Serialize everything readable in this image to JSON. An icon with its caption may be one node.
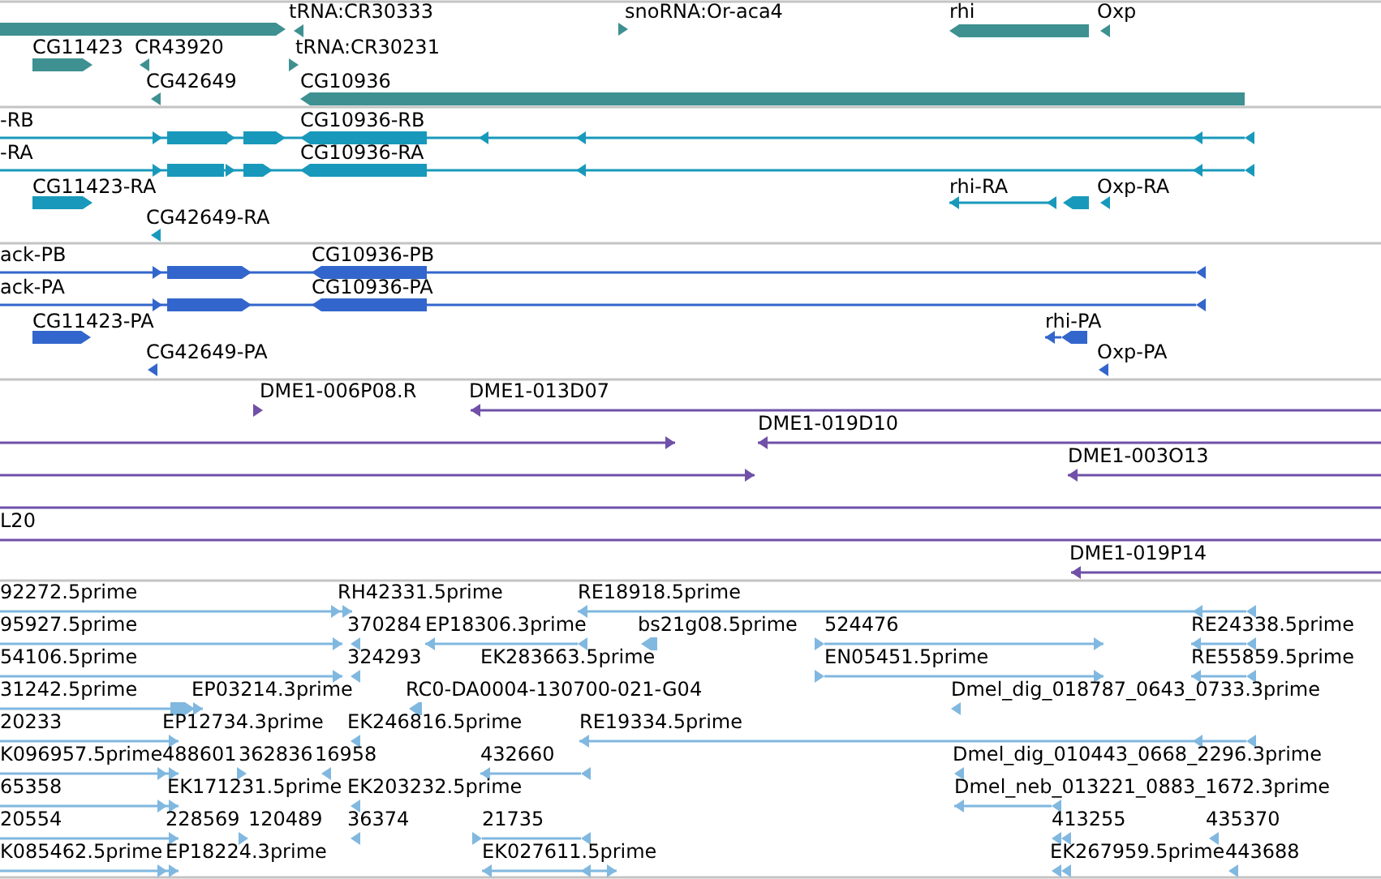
{
  "diagram": {
    "labels": [
      "tRNA:CR30333",
      "snoRNA:Or-aca4",
      "rhi",
      "Oxp",
      "CG11423",
      "CR43920",
      "tRNA:CR30231",
      "CG42649",
      "CG10936",
      "-RB",
      "CG10936-RB",
      "-RA",
      "CG10936-RA",
      "CG11423-RA",
      "rhi-RA",
      "Oxp-RA",
      "CG42649-RA",
      "ack-PB",
      "CG10936-PB",
      "ack-PA",
      "CG10936-PA",
      "CG11423-PA",
      "rhi-PA",
      "CG42649-PA",
      "Oxp-PA",
      "DME1-006P08.R",
      "DME1-013D07",
      "DME1-019D10",
      "DME1-003O13",
      "L20",
      "DME1-019P14",
      "92272.5prime",
      "RH42331.5prime",
      "RE18918.5prime",
      "95927.5prime",
      "370284",
      "EP18306.3prime",
      "bs21g08.5prime",
      "524476",
      "RE24338.5prime",
      "54106.5prime",
      "324293",
      "EK283663.5prime",
      "EN05451.5prime",
      "RE55859.5prime",
      "31242.5prime",
      "EP03214.3prime",
      "RC0-DA0004-130700-021-G04",
      "Dmel_dig_018787_0643_0733.3prime",
      "20233",
      "EP12734.3prime",
      "EK246816.5prime",
      "RE19334.5prime",
      "K096957.5prime",
      "488601",
      "362836",
      "16958",
      "432660",
      "Dmel_dig_010443_0668_2296.3prime",
      "65358",
      "EK171231.5prime",
      "EK203232.5prime",
      "Dmel_neb_013221_0883_1672.3prime",
      "20554",
      "228569",
      "120489",
      "36374",
      "21735",
      "413255",
      "435370",
      "K085462.5prime",
      "EP18224.3prime",
      "EK027611.5prime",
      "EK267959.5prime",
      "443688"
    ]
  }
}
